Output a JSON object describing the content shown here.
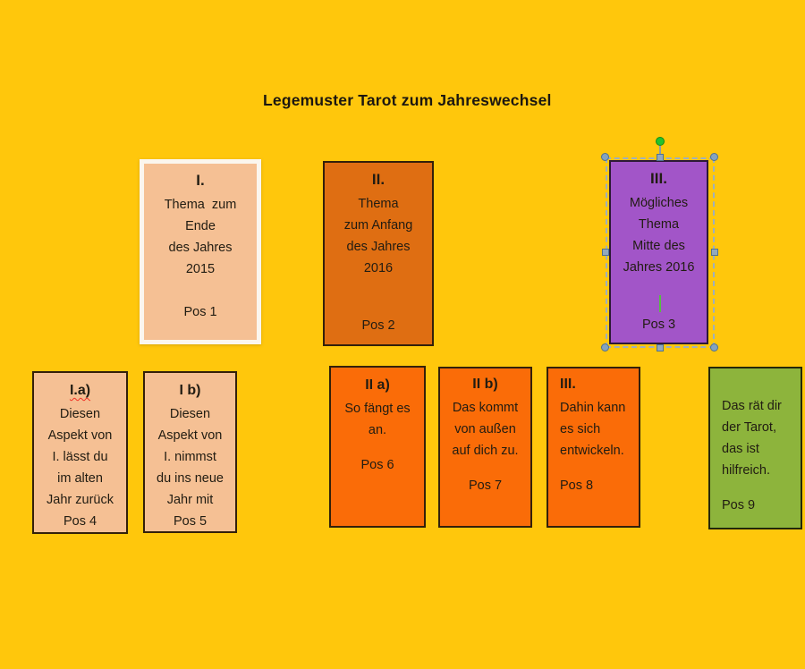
{
  "title": "Legemuster Tarot zum Jahreswechsel",
  "cards": {
    "pos1": {
      "heading": "I.",
      "lines": [
        "Thema  zum",
        "Ende",
        "des Jahres",
        "2015"
      ],
      "pos_label": "Pos 1"
    },
    "pos2": {
      "heading": "II.",
      "lines": [
        "Thema",
        "zum Anfang",
        "des Jahres",
        "2016"
      ],
      "pos_label": "Pos 2"
    },
    "pos3": {
      "heading": "III.",
      "lines": [
        "Mögliches",
        "Thema",
        "Mitte des",
        "Jahres 2016"
      ],
      "pos_label": "Pos 3"
    },
    "pos4": {
      "heading": "I.a)",
      "lines": [
        "Diesen",
        "Aspekt von",
        "I. lässt du",
        "im alten",
        "Jahr zurück"
      ],
      "pos_label": "Pos 4"
    },
    "pos5": {
      "heading": "I b)",
      "lines": [
        "Diesen",
        "Aspekt von",
        "I. nimmst",
        "du ins neue",
        "Jahr mit"
      ],
      "pos_label": "Pos 5"
    },
    "pos6": {
      "heading": "II a)",
      "lines": [
        "So fängt es",
        "an."
      ],
      "pos_label": "Pos 6"
    },
    "pos7": {
      "heading": "II b)",
      "lines": [
        "Das kommt",
        "von außen",
        "auf dich zu."
      ],
      "pos_label": "Pos 7"
    },
    "pos8": {
      "heading": "III.",
      "lines": [
        "Dahin kann",
        "es sich",
        "entwickeln."
      ],
      "pos_label": "Pos 8"
    },
    "pos9": {
      "lines": [
        "Das rät dir",
        "der Tarot,",
        "das ist",
        "hilfreich."
      ],
      "pos_label": "Pos 9"
    }
  },
  "selection": {
    "selected_card": "pos3",
    "handles": [
      "rotate",
      "nw",
      "n",
      "ne",
      "w",
      "e",
      "sw",
      "s",
      "se"
    ],
    "has_text_cursor": true
  },
  "colors": {
    "background": "#FFC70C",
    "peach_card": "#F5C094",
    "peach_frame": "#FBF6EE",
    "dark_orange_card": "#DF6E12",
    "bright_orange_card": "#FA6C08",
    "purple_card": "#A255C8",
    "green_card": "#8DB43C",
    "text": "#211C12",
    "selection_handle": "#84A3C0",
    "rotation_handle_green": "#25C32B",
    "text_cursor_green": "#58BC43",
    "spellcheck_squiggle_red": "#F23024"
  }
}
